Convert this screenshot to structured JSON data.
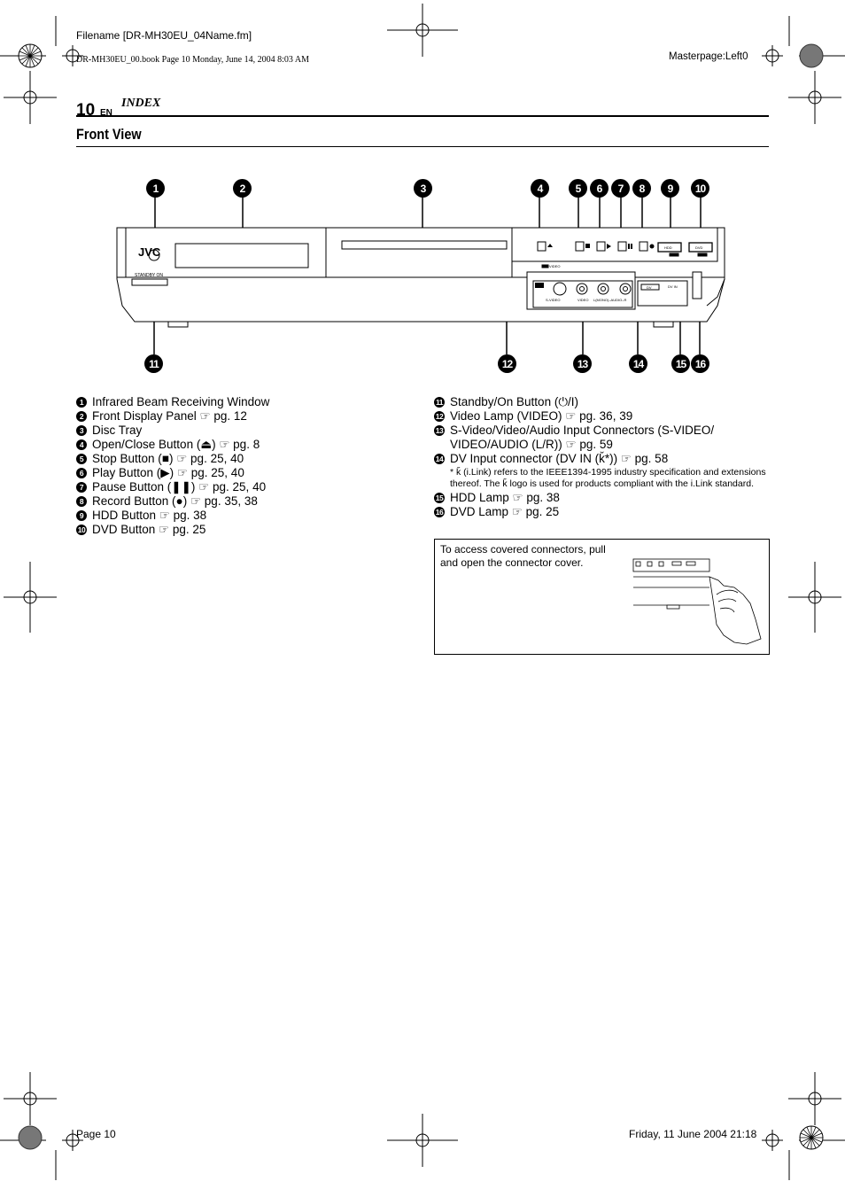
{
  "header": {
    "filename": "Filename [DR-MH30EU_04Name.fm]",
    "book_line": "DR-MH30EU_00.book  Page 10  Monday, June 14, 2004  8:03 AM",
    "masterpage": "Masterpage:Left0",
    "page_number": "10",
    "lang": "EN",
    "index_label": "INDEX"
  },
  "section_title": "Front View",
  "diagram": {
    "brand": "JVC",
    "standby_label": "STANDBY ON",
    "video_lamp_label": "VIDEO",
    "svideo_label": "S-VIDEO",
    "video_label": "VIDEO",
    "audio_label": "L(MONO)–AUDIO–R",
    "dv_label": "DV",
    "dv_in_label": "DV IN",
    "hdd_label": "HDD",
    "dvd_label": "DVD",
    "callouts_top": [
      "1",
      "2",
      "3",
      "4",
      "5",
      "6",
      "7",
      "8",
      "9",
      "10"
    ],
    "callouts_bottom": [
      "11",
      "12",
      "13",
      "14",
      "15",
      "16"
    ]
  },
  "left_items": [
    {
      "num": "1",
      "text": "Infrared Beam Receiving Window"
    },
    {
      "num": "2",
      "text": "Front Display Panel ☞ pg. 12"
    },
    {
      "num": "3",
      "text": "Disc Tray"
    },
    {
      "num": "4",
      "text": "Open/Close Button (⏏) ☞ pg. 8"
    },
    {
      "num": "5",
      "text": "Stop Button (■) ☞ pg. 25, 40"
    },
    {
      "num": "6",
      "text": "Play Button (▶) ☞ pg. 25, 40"
    },
    {
      "num": "7",
      "text": "Pause Button (❚❚) ☞ pg. 25, 40"
    },
    {
      "num": "8",
      "text": "Record Button (●) ☞ pg. 35, 38"
    },
    {
      "num": "9",
      "text": "HDD Button ☞ pg. 38"
    },
    {
      "num": "10",
      "text": "DVD Button ☞ pg. 25"
    }
  ],
  "right_items_a": [
    {
      "num": "11",
      "text": "Standby/On Button (⏻/I)"
    },
    {
      "num": "12",
      "text": "Video Lamp (VIDEO) ☞ pg. 36, 39"
    },
    {
      "num": "13",
      "text": "S-Video/Video/Audio Input Connectors (S-VIDEO/ VIDEO/AUDIO (L/R)) ☞ pg. 59"
    },
    {
      "num": "14",
      "text": "DV Input connector (DV IN (ǩ*)) ☞ pg. 58"
    }
  ],
  "note": "*  ǩ (i.Link) refers to the IEEE1394-1995 industry specification and extensions thereof. The ǩ logo is used for products compliant with the i.Link standard.",
  "right_items_b": [
    {
      "num": "15",
      "text": "HDD Lamp ☞ pg. 38"
    },
    {
      "num": "16",
      "text": "DVD Lamp ☞ pg. 25"
    }
  ],
  "box_text": "To access covered connectors, pull and open the connector cover.",
  "footer": {
    "page": "Page 10",
    "date": "Friday, 11 June 2004  21:18"
  }
}
